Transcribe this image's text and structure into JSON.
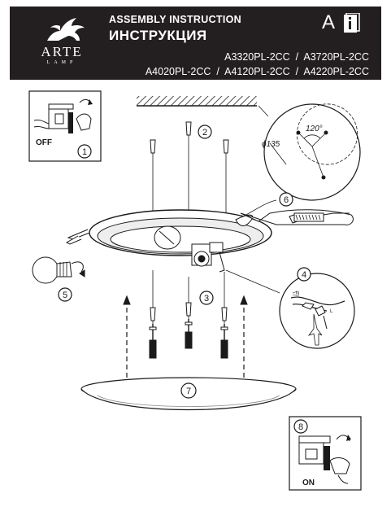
{
  "header": {
    "brand": "ARTE",
    "brand_sub": "LAMP",
    "title_en": "ASSEMBLY INSTRUCTION",
    "title_ru": "ИНСТРУКЦИЯ",
    "letter": "A",
    "info_icon": "info-book-icon",
    "models_line1": "A3320PL-2CC  /  A3720PL-2CC",
    "models_line2": "A4020PL-2CC  /  A4120PL-2CC  /  A4220PL-2CC"
  },
  "steps": {
    "s1": "1",
    "s2": "2",
    "s3": "3",
    "s4": "4",
    "s5": "5",
    "s6": "6",
    "s7": "7",
    "s8": "8"
  },
  "labels": {
    "off": "OFF",
    "on": "ON",
    "diameter": "ϕ135",
    "angle": "120°",
    "wire_n": "N",
    "wire_l": "L"
  },
  "colors": {
    "header_bg": "#231f20",
    "line": "#1a1a1a",
    "white": "#ffffff"
  }
}
